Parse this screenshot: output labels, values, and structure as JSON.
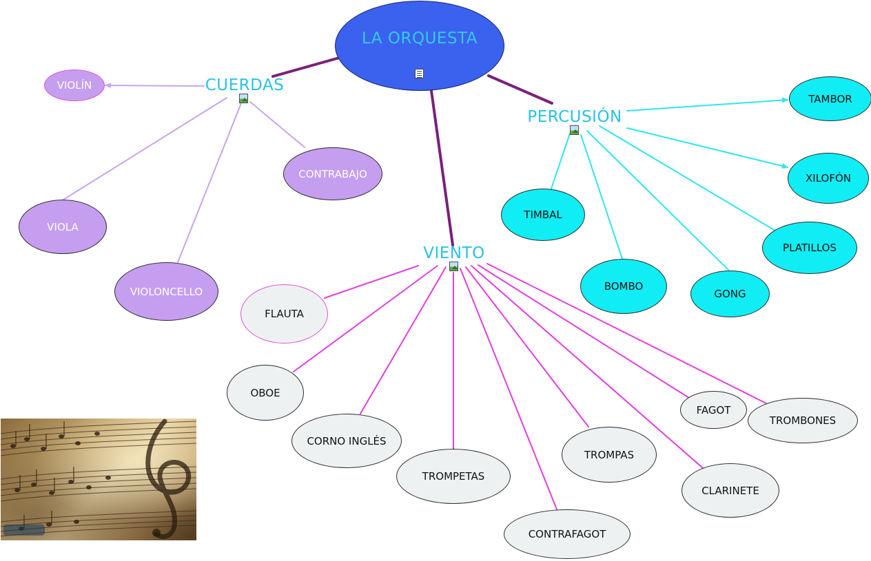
{
  "root": {
    "label": "LA ORQUESTA",
    "icon": "document-icon",
    "fill_color": "#3a62ee",
    "text_color": "#36c9ea"
  },
  "categories": [
    {
      "id": "cuerdas",
      "label": "CUERDAS",
      "icon": "image-icon",
      "link_color": "#c8a4ec",
      "items": [
        "VIOLÍN",
        "VIOLA",
        "VIOLONCELLO",
        "CONTRABAJO"
      ]
    },
    {
      "id": "viento",
      "label": "VIENTO",
      "icon": "image-icon",
      "link_color": "#e03ee0",
      "items": [
        "FLAUTA",
        "OBOE",
        "CORNO INGLÉS",
        "TROMPETAS",
        "CONTRAFAGOT",
        "TROMPAS",
        "CLARINETE",
        "FAGOT",
        "TROMBONES"
      ]
    },
    {
      "id": "percusion",
      "label": "PERCUSIÓN",
      "icon": "image-icon",
      "link_color": "#2ee6ee",
      "items": [
        "TAMBOR",
        "XILOFÓN",
        "TIMBAL",
        "BOMBO",
        "GONG",
        "PLATILLOS"
      ]
    }
  ],
  "main_link_color": "#7a1f7a",
  "photo": {
    "subject": "music-sheet-treble-clef-photo"
  }
}
